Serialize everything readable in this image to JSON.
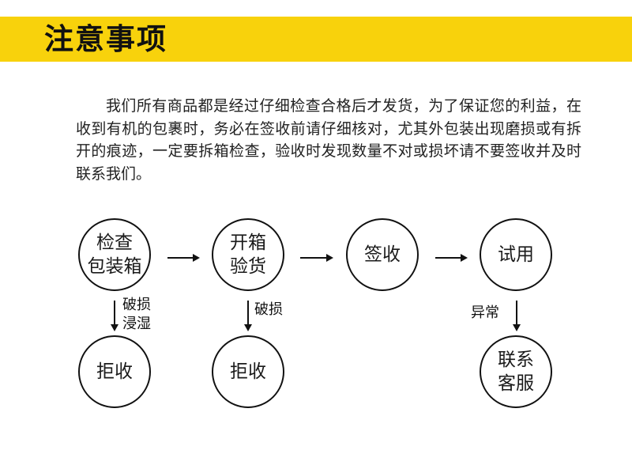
{
  "header": {
    "title": "注意事项"
  },
  "intro": {
    "text": "我们所有商品都是经过仔细检查合格后才发货，为了保证您的利益，在收到有机的包裹时，务必在签收前请仔细核对，尤其外包装出现磨损或有拆开的痕迹，一定要拆箱检查，验收时发现数量不对或损坏请不要签收并及时联系我们。"
  },
  "flow": {
    "steps": [
      {
        "label": "检查\n包装箱"
      },
      {
        "label": "开箱\n验货"
      },
      {
        "label": "签收"
      },
      {
        "label": "试用"
      }
    ],
    "outcomes": [
      {
        "label": "拒收"
      },
      {
        "label": "拒收"
      },
      {
        "label": "联系\n客服"
      }
    ],
    "conditions": [
      {
        "label": "破损\n浸湿"
      },
      {
        "label": "破损"
      },
      {
        "label": "异常"
      }
    ]
  },
  "colors": {
    "accent": "#f8d20c",
    "ink": "#111111"
  }
}
